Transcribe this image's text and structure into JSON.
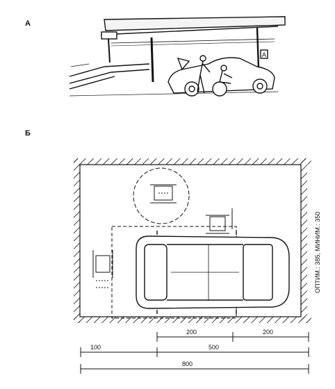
{
  "panels": {
    "a_label": "А",
    "b_label": "Б"
  },
  "sign_a": "A",
  "dimensions": {
    "seg1": "200",
    "seg2": "200",
    "left": "100",
    "middle": "500",
    "total": "800",
    "side": "ОПТИМ.: 385, МИНИМ.: 350"
  }
}
